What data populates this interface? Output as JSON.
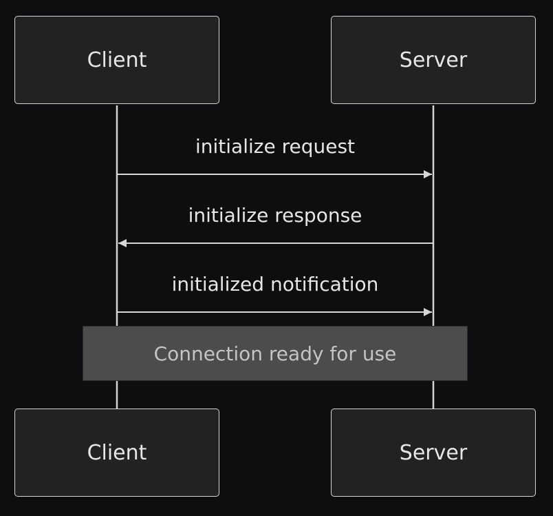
{
  "participants": {
    "client": "Client",
    "server": "Server"
  },
  "messages": [
    {
      "label": "initialize request",
      "from": "client",
      "to": "server"
    },
    {
      "label": "initialize response",
      "from": "server",
      "to": "client"
    },
    {
      "label": "initialized notification",
      "from": "client",
      "to": "server"
    }
  ],
  "note": {
    "text": "Connection ready for use"
  },
  "colors": {
    "background": "#0e0e10",
    "actor_fill": "#212322",
    "line": "#d6d6d6",
    "note_fill": "#4b4c4b",
    "text": "#e6e6e6"
  }
}
